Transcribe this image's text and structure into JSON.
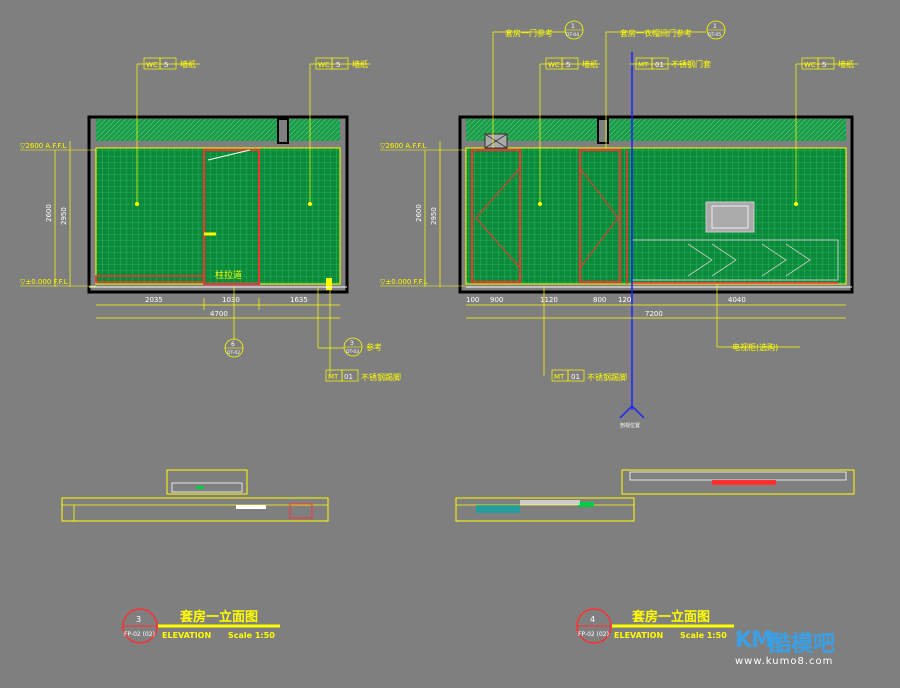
{
  "elev_left": {
    "top_tag": {
      "code": "WC",
      "num": "5",
      "text": "墙纸"
    },
    "top_tag2": {
      "code": "WC",
      "num": "5",
      "text": "墙纸"
    },
    "level_top": "▽2600 A.F.F.L",
    "level_bottom": "▽±0.000 F.F.L",
    "dim_inner": "2600",
    "dim_outer": "2950",
    "dims": [
      "2035",
      "1030",
      "1635"
    ],
    "dim_total": "4700",
    "label_door": "柱拉道",
    "tag_detail": {
      "num": "6",
      "sub": "DT-02"
    },
    "tag_section": {
      "num": "3",
      "sub": "DT-03",
      "text": "参考"
    },
    "tag_mt": {
      "code": "MT",
      "num": "01",
      "text": "不锈钢踢脚"
    }
  },
  "elev_right": {
    "tag_a": {
      "text": "套房一门参考",
      "num": "1",
      "sub": "DT-04"
    },
    "tag_b": {
      "text": "套房一衣帽间门参考",
      "num": "1",
      "sub": "DT-05"
    },
    "tag_wc1": {
      "code": "WC",
      "num": "5",
      "text": "墙纸"
    },
    "tag_mt": {
      "code": "MT",
      "num": "01",
      "text": "不锈钢门套"
    },
    "tag_wc2": {
      "code": "WC",
      "num": "5",
      "text": "墙纸"
    },
    "level_top": "▽2600 A.F.F.L",
    "level_bottom": "▽±0.000 F.F.L",
    "dim_inner": "2600",
    "dim_outer": "2950",
    "dims": [
      "100",
      "900",
      "1120",
      "800",
      "120",
      "4040"
    ],
    "dim_total": "7200",
    "label_cabinet": "电视柜(选购)",
    "tag_mt_bottom": {
      "code": "MT",
      "num": "01",
      "text": "不锈钢踢脚"
    },
    "section_mark": "剖视位置"
  },
  "title_left": {
    "circle_num": "3",
    "circle_sub": "FP-02 (02)",
    "title": "套房一立面图",
    "elevation": "ELEVATION",
    "scale": "Scale 1:50"
  },
  "title_right": {
    "circle_num": "4",
    "circle_sub": "FP-02 (02)",
    "title": "套房一立面图",
    "elevation": "ELEVATION",
    "scale": "Scale 1:50"
  },
  "watermark": {
    "logo": "KM",
    "name": "酷模吧",
    "url": "www.kumo8.com"
  },
  "colors": {
    "background": "#7f7f7f",
    "line": "#ffff00",
    "wall": "#0a8a3a",
    "accent": "#ff3030",
    "ink": "#000000",
    "blue": "#2020ff"
  }
}
